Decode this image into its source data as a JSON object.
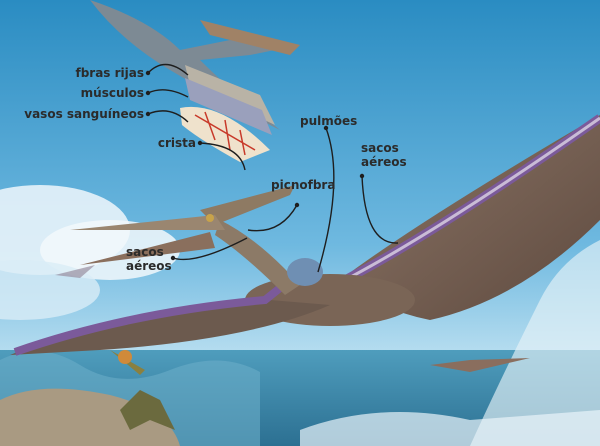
{
  "diagram": {
    "subject": "pterosaur anatomy illustration",
    "labels": [
      {
        "id": "fibras-rijas",
        "text": "fbras rijas"
      },
      {
        "id": "musculos",
        "text": "músculos"
      },
      {
        "id": "vasos",
        "text": "vasos sanguíneos"
      },
      {
        "id": "crista",
        "text": "crista"
      },
      {
        "id": "pulmoes",
        "text": "pulmões"
      },
      {
        "id": "sacos-aereos-right",
        "text1": "sacos",
        "text2": "aéreos"
      },
      {
        "id": "picnofibra",
        "text": "picnofbra"
      },
      {
        "id": "sacos-aereos-left",
        "text1": "sacos",
        "text2": "aéreos"
      }
    ],
    "colors": {
      "sky_top": "#2a8fc4",
      "sky_bottom": "#a9d6ec",
      "sea": "#3f8fb0",
      "wing_bone": "#7b5a9a",
      "body": "#7a6556",
      "label_text": "#2b2b2b"
    }
  }
}
